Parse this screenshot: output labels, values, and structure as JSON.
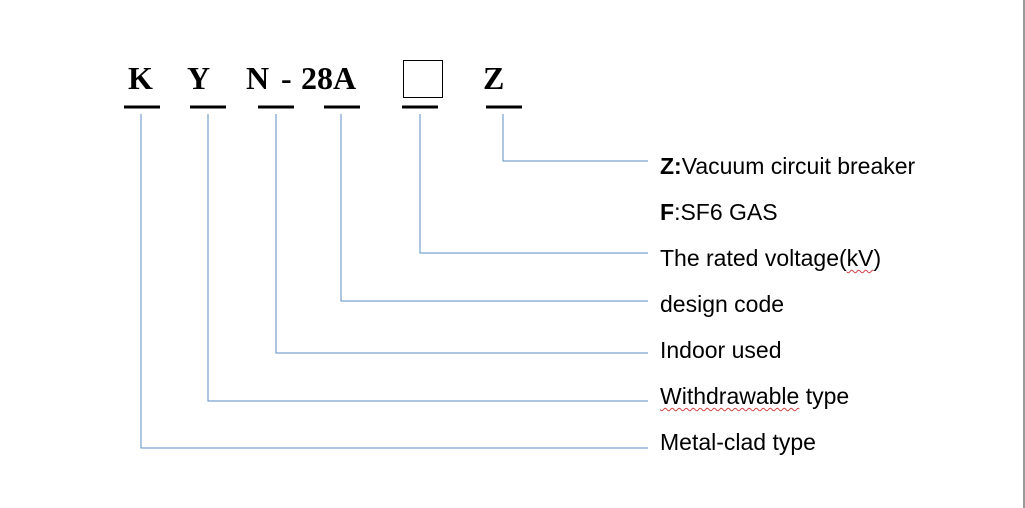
{
  "model_code": {
    "k": "K",
    "y": "Y",
    "n": "N",
    "dash": "-",
    "num": "28A",
    "z": "Z"
  },
  "labels": {
    "z_prefix": "Z:",
    "z_text": "Vacuum circuit breaker",
    "f_prefix": "F",
    "f_text": ":SF6 GAS",
    "rated_voltage_main": "The rated voltage(",
    "rated_voltage_unit": "kV",
    "rated_voltage_close": ")",
    "design_code": "design code",
    "indoor": "Indoor used",
    "withdrawable_word": "Withdrawable",
    "withdrawable_rest": " type",
    "metal_clad": "Metal-clad type"
  },
  "colors": {
    "leader_line": "#5b8fc7",
    "code_underline": "#000000",
    "text": "#000000",
    "spellcheck": "#d04040"
  }
}
